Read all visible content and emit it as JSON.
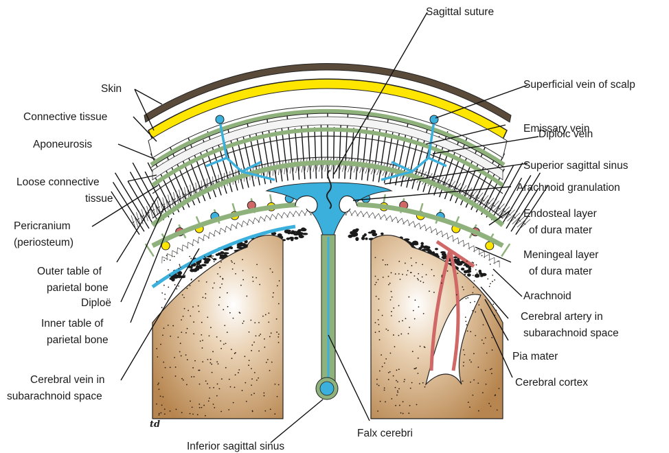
{
  "labels": {
    "sagittal_suture": "Sagittal suture",
    "skin": "Skin",
    "connective_tissue": "Connective tissue",
    "aponeurosis": "Aponeurosis",
    "loose_connective_1": "Loose connective",
    "loose_connective_2": "tissue",
    "pericranium_1": "Pericranium",
    "pericranium_2": "(periosteum)",
    "outer_table_1": "Outer table of",
    "outer_table_2": "parietal bone",
    "diploe": "Diploë",
    "inner_table_1": "Inner table of",
    "inner_table_2": "parietal bone",
    "cerebral_vein_1": "Cerebral vein in",
    "cerebral_vein_2": "subarachnoid space",
    "inferior_sagittal_sinus": "Inferior sagittal sinus",
    "falx_cerebri": "Falx cerebri",
    "superficial_vein": "Superficial vein of scalp",
    "emissary_vein": "Emissary vein",
    "diploic_vein": "Diploic vein",
    "superior_sagittal_sinus": "Superior sagittal sinus",
    "arachnoid_granulation": "Arachnoid granulation",
    "endosteal_1": "Endosteal layer",
    "endosteal_2": "of dura mater",
    "meningeal_1": "Meningeal layer",
    "meningeal_2": "of dura mater",
    "arachnoid": "Arachnoid",
    "cerebral_artery_1": "Cerebral artery in",
    "cerebral_artery_2": "subarachnoid space",
    "pia_mater": "Pia mater",
    "cerebral_cortex": "Cerebral cortex",
    "signature": "td"
  },
  "colors": {
    "skin_yellow": "#ffe600",
    "dura_green": "#8fb27c",
    "vein_blue": "#3cb0dc",
    "artery_red": "#d06868",
    "cortex_brown": "#c89a66",
    "vessel_dot_red": "#d06868",
    "vessel_dot_yellow": "#ffe600",
    "vessel_dot_blue": "#3cb0dc"
  }
}
